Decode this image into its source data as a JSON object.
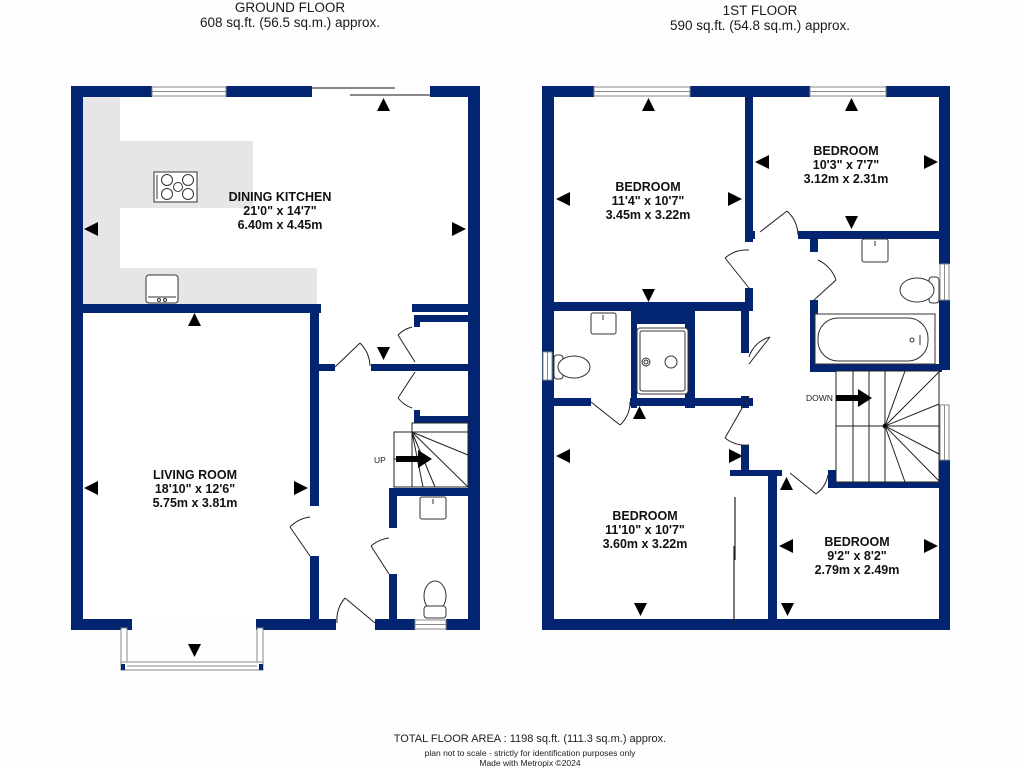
{
  "colors": {
    "wall": "#032471",
    "floor": "#ffffff",
    "counter": "#e6e5e8",
    "fixture_line": "#333333",
    "background": "#fefdff"
  },
  "ground_floor": {
    "title": "GROUND FLOOR",
    "area": "608 sq.ft. (56.5 sq.m.) approx.",
    "rooms": [
      {
        "name": "DINING KITCHEN",
        "imperial": "21'0\"  x 14'7\"",
        "metric": "6.40m  x 4.45m"
      },
      {
        "name": "LIVING ROOM",
        "imperial": "18'10\"  x 12'6\"",
        "metric": "5.75m  x 3.81m"
      }
    ],
    "stairs_label": "UP"
  },
  "first_floor": {
    "title": "1ST FLOOR",
    "area": "590 sq.ft. (54.8 sq.m.) approx.",
    "rooms": [
      {
        "name": "BEDROOM",
        "imperial": "11'4\"  x 10'7\"",
        "metric": "3.45m  x 3.22m"
      },
      {
        "name": "BEDROOM",
        "imperial": "10'3\"  x 7'7\"",
        "metric": "3.12m  x 2.31m"
      },
      {
        "name": "BEDROOM",
        "imperial": "11'10\"  x 10'7\"",
        "metric": "3.60m  x 3.22m"
      },
      {
        "name": "BEDROOM",
        "imperial": "9'2\"  x 8'2\"",
        "metric": "2.79m  x 2.49m"
      }
    ],
    "stairs_label": "DOWN"
  },
  "footer": {
    "total": "TOTAL FLOOR AREA : 1198 sq.ft. (111.3 sq.m.) approx.",
    "disclaimer": "plan not to scale - strictly for identification purposes only",
    "credit": "Made with Metropix ©2024"
  }
}
